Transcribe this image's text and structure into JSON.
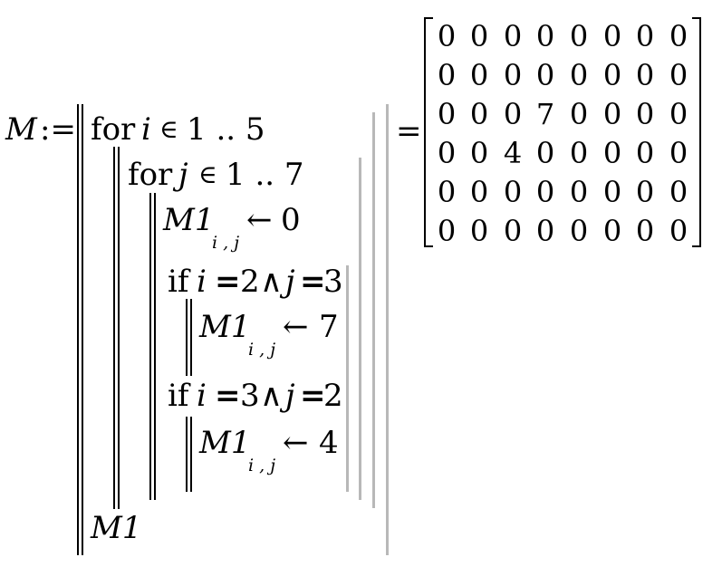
{
  "definition": {
    "lhs": "M",
    "assign_op": ":=",
    "outer_loop": {
      "keyword": "for",
      "var": "i",
      "in": "∈",
      "range": "1 .. 5"
    },
    "inner_loop": {
      "keyword": "for",
      "var": "j",
      "in": "∈",
      "range": "1 .. 7"
    },
    "init_stmt": {
      "target": "M1",
      "subscript": "i , j",
      "arrow": "←",
      "value": "0"
    },
    "if1": {
      "keyword": "if",
      "cond_a": "i",
      "eq1": "=",
      "val_a": "2",
      "and": "∧",
      "cond_b": "j",
      "eq2": "=",
      "val_b": "3"
    },
    "assign1": {
      "target": "M1",
      "subscript": "i , j",
      "arrow": "←",
      "value": "7"
    },
    "if2": {
      "keyword": "if",
      "cond_a": "i",
      "eq1": "=",
      "val_a": "3",
      "and": "∧",
      "cond_b": "j",
      "eq2": "=",
      "val_b": "2"
    },
    "assign2": {
      "target": "M1",
      "subscript": "i , j",
      "arrow": "←",
      "value": "4"
    },
    "return_value": "M1"
  },
  "result": {
    "eq_sign": "=",
    "rows": [
      [
        "0",
        "0",
        "0",
        "0",
        "0",
        "0",
        "0",
        "0"
      ],
      [
        "0",
        "0",
        "0",
        "0",
        "0",
        "0",
        "0",
        "0"
      ],
      [
        "0",
        "0",
        "0",
        "7",
        "0",
        "0",
        "0",
        "0"
      ],
      [
        "0",
        "0",
        "4",
        "0",
        "0",
        "0",
        "0",
        "0"
      ],
      [
        "0",
        "0",
        "0",
        "0",
        "0",
        "0",
        "0",
        "0"
      ],
      [
        "0",
        "0",
        "0",
        "0",
        "0",
        "0",
        "0",
        "0"
      ]
    ]
  }
}
